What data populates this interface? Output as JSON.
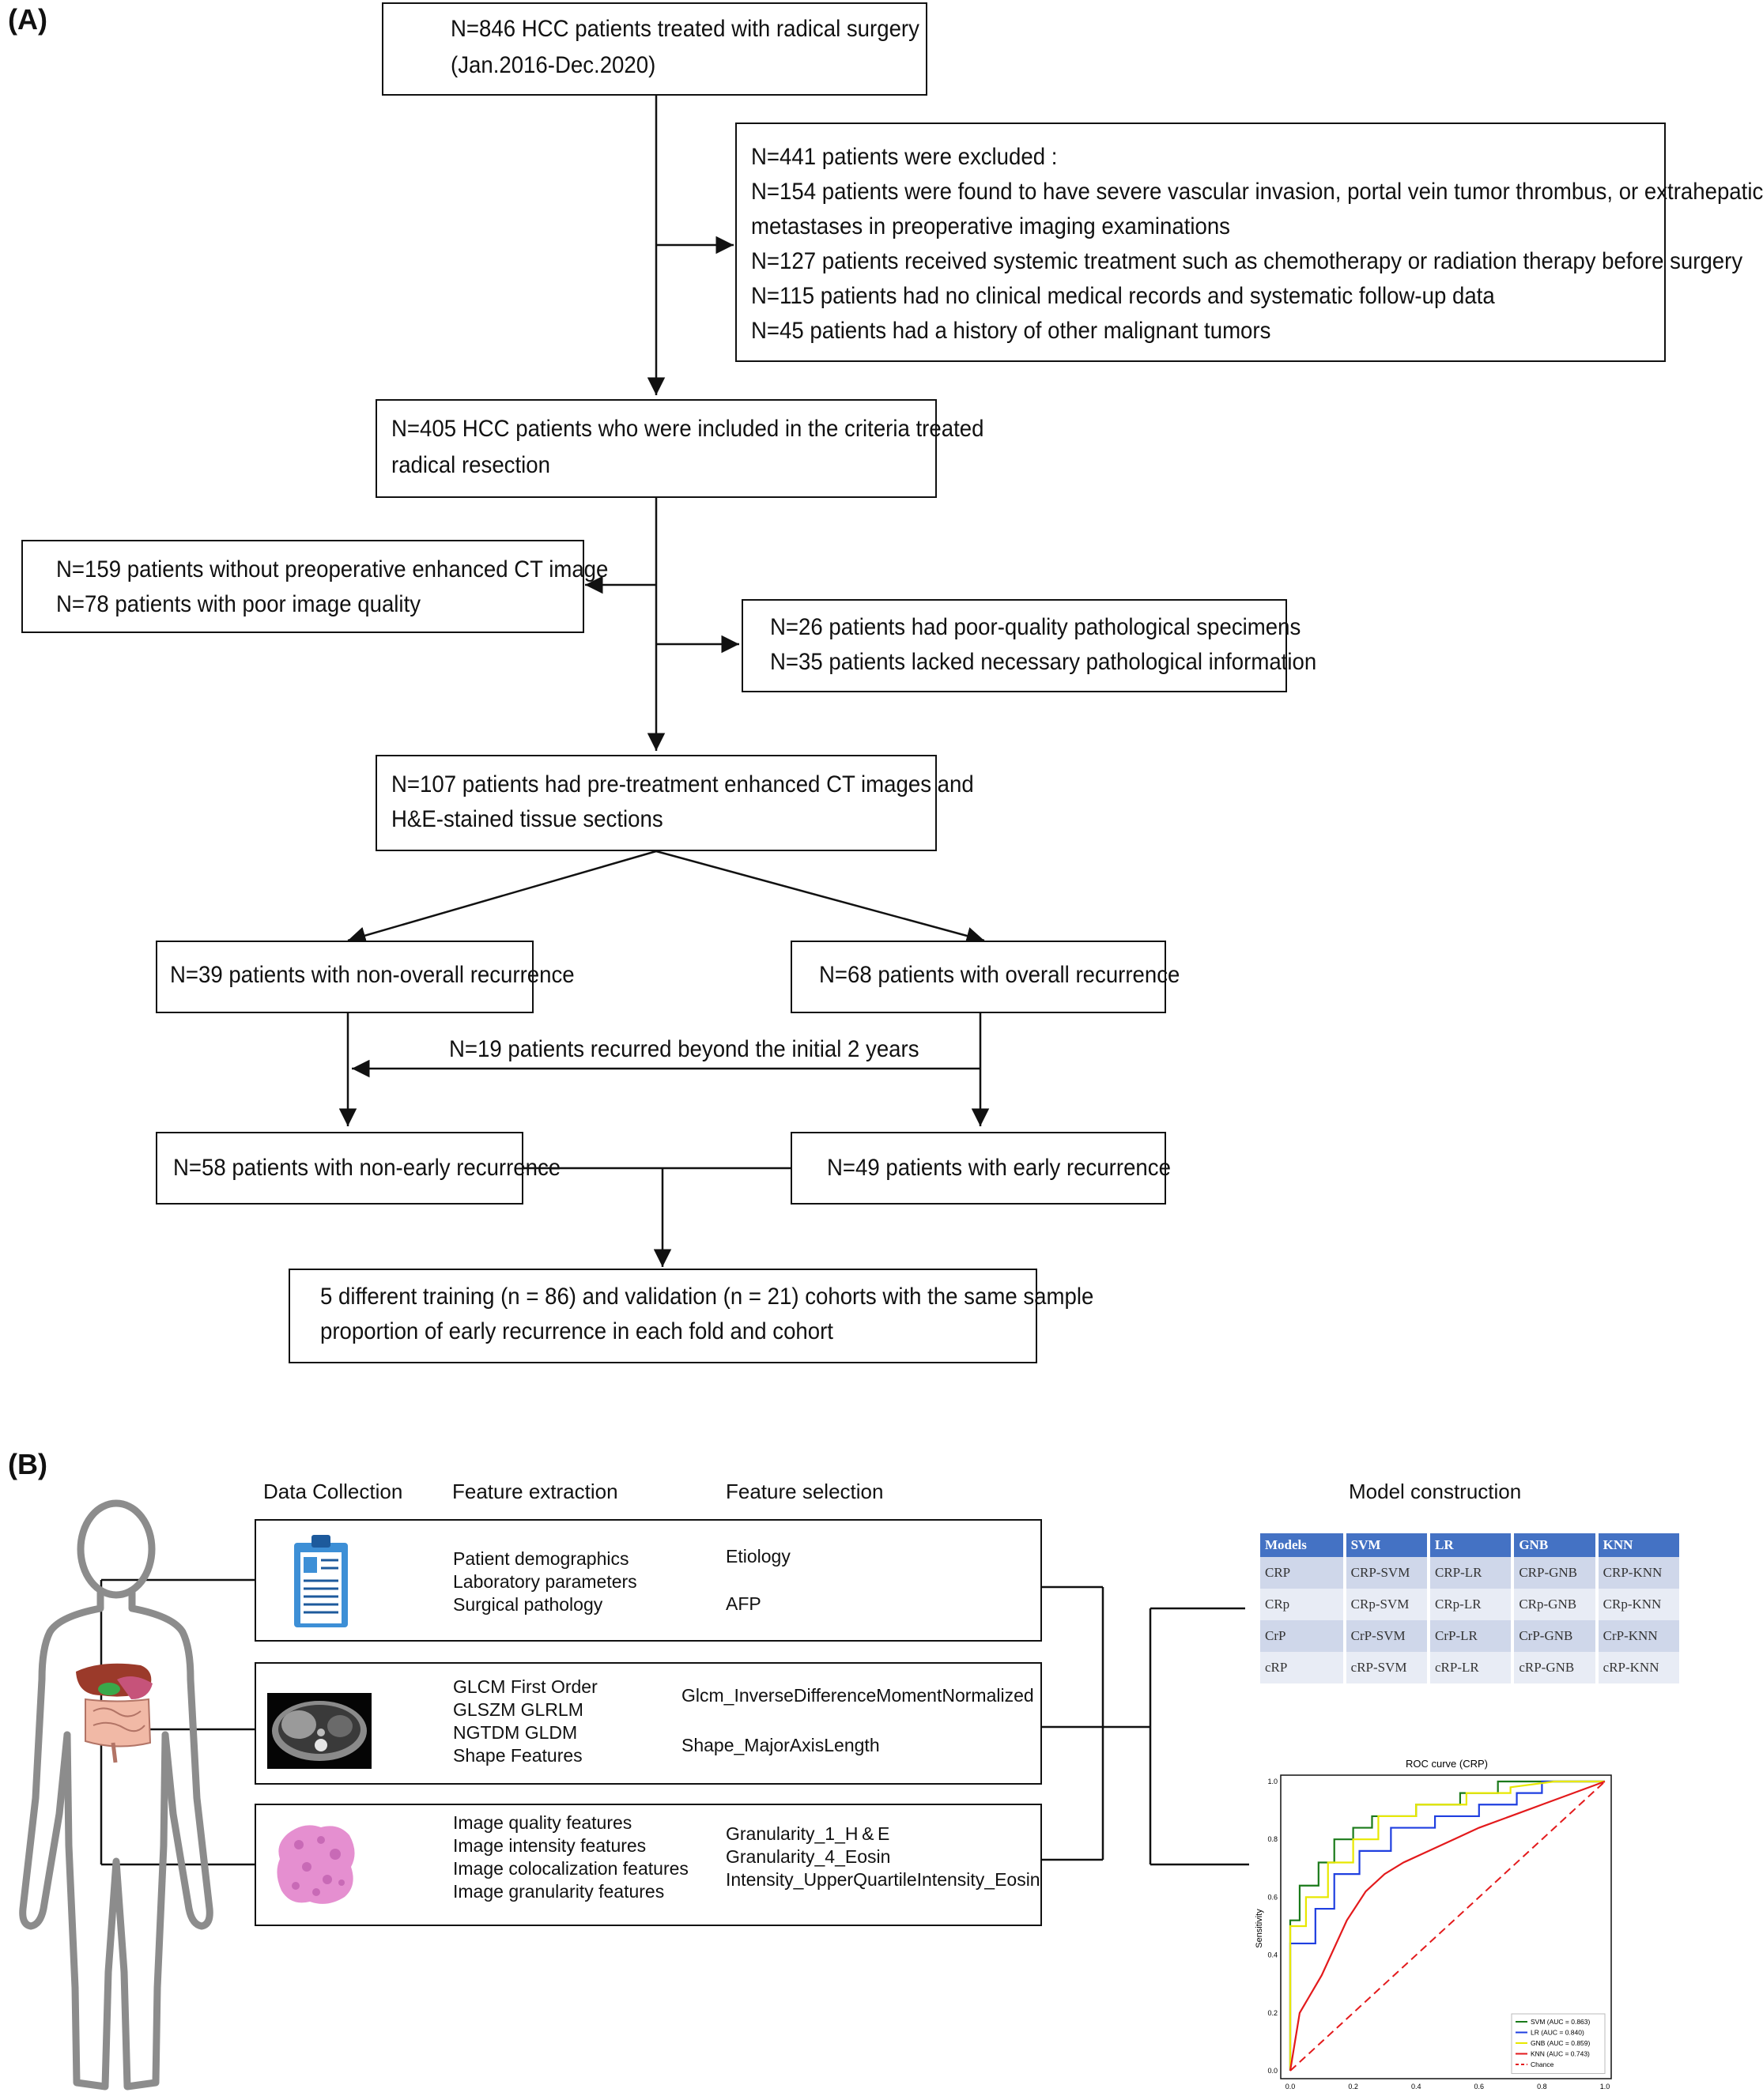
{
  "panel_a": {
    "label": "(A)",
    "box1": [
      "N=846 HCC patients treated with radical surgery",
      "(Jan.2016-Dec.2020)"
    ],
    "excluded": [
      "N=441 patients were excluded :",
      "N=154 patients were found to have severe vascular invasion, portal vein tumor thrombus, or extrahepatic",
      "metastases in preoperative imaging examinations",
      "N=127 patients received systemic treatment such as chemotherapy or radiation therapy before surgery",
      "N=115 patients had no clinical medical records and systematic follow-up data",
      "N=45 patients had a history of other malignant tumors"
    ],
    "box405": [
      "N=405 HCC patients who were included in the criteria treated",
      "radical resection"
    ],
    "box_ct": [
      "N=159 patients without preoperative enhanced CT image",
      "N=78 patients with poor image quality"
    ],
    "box_path": [
      "N=26 patients had poor-quality pathological specimens",
      "N=35 patients lacked necessary pathological information"
    ],
    "box107": [
      "N=107 patients had pre-treatment enhanced CT images and",
      "H&E-stained tissue  sections"
    ],
    "box39": "N=39 patients with non-overall recurrence",
    "box68": "N=68 patients with overall recurrence",
    "recurred_label": "N=19 patients recurred beyond the initial 2 years",
    "box58": "N=58 patients with non-early recurrence",
    "box49": "N=49 patients with early recurrence",
    "box_cohort": [
      "5 different training (n = 86) and validation (n = 21) cohorts with the same sample",
      "proportion of early recurrence in each fold and cohort"
    ]
  },
  "panel_b": {
    "label": "(B)",
    "headers": {
      "collection": "Data Collection",
      "extraction": "Feature extraction",
      "selection": "Feature selection",
      "model": "Model construction"
    },
    "clinical": {
      "icon": "clipboard-icon",
      "extraction": [
        "Patient demographics",
        "Laboratory parameters",
        "Surgical pathology"
      ],
      "selection": [
        "Etiology",
        "AFP"
      ]
    },
    "radiomics": {
      "icon": "ct-scan-image",
      "extraction": [
        "GLCM    First Order",
        "GLSZM   GLRLM",
        "NGTDM    GLDM",
        "Shape Features"
      ],
      "selection": [
        "Glcm_InverseDifferenceMomentNormalized",
        "Shape_MajorAxisLength"
      ]
    },
    "pathomics": {
      "icon": "he-slide-image",
      "extraction": [
        "Image quality features",
        "Image intensity features",
        "Image colocalization features",
        "Image granularity features"
      ],
      "selection": [
        "Granularity_1_H & E",
        "Granularity_4_Eosin",
        "Intensity_UpperQuartileIntensity_Eosin"
      ]
    },
    "table": {
      "headers": [
        "Models",
        "SVM",
        "LR",
        "GNB",
        "KNN"
      ],
      "rows": [
        [
          "CRP",
          "CRP-SVM",
          "CRP-LR",
          "CRP-GNB",
          "CRP-KNN"
        ],
        [
          "CRp",
          "CRp-SVM",
          "CRp-LR",
          "CRp-GNB",
          "CRp-KNN"
        ],
        [
          "CrP",
          "CrP-SVM",
          "CrP-LR",
          "CrP-GNB",
          "CrP-KNN"
        ],
        [
          "cRP",
          "cRP-SVM",
          "cRP-LR",
          "cRP-GNB",
          "cRP-KNN"
        ]
      ]
    }
  },
  "chart_data": {
    "type": "line",
    "title": "ROC curve (CRP)",
    "xlabel": "",
    "ylabel": "Sensitivity",
    "xlim": [
      0,
      1
    ],
    "ylim": [
      0,
      1
    ],
    "x_ticks": [
      "0.0",
      "0.2",
      "0.4",
      "0.6",
      "0.8",
      "1.0"
    ],
    "y_ticks": [
      "0.0",
      "0.2",
      "0.4",
      "0.6",
      "0.8",
      "1.0"
    ],
    "legend_position": "bottom-right",
    "series": [
      {
        "name": "SVM (AUC = 0.863)",
        "color": "#1a7a1a",
        "x": [
          0,
          0,
          0.03,
          0.03,
          0.09,
          0.09,
          0.14,
          0.14,
          0.2,
          0.2,
          0.26,
          0.26,
          0.4,
          0.4,
          0.54,
          0.54,
          0.66,
          0.66,
          0.86,
          1.0
        ],
        "y": [
          0,
          0.52,
          0.52,
          0.64,
          0.64,
          0.72,
          0.72,
          0.8,
          0.8,
          0.84,
          0.84,
          0.88,
          0.88,
          0.92,
          0.92,
          0.96,
          0.96,
          1.0,
          1.0,
          1.0
        ]
      },
      {
        "name": "LR (AUC = 0.840)",
        "color": "#1f3fe0",
        "x": [
          0,
          0,
          0.08,
          0.08,
          0.14,
          0.14,
          0.22,
          0.22,
          0.32,
          0.32,
          0.46,
          0.46,
          0.6,
          0.6,
          0.72,
          0.72,
          0.8,
          0.8,
          1.0
        ],
        "y": [
          0,
          0.44,
          0.44,
          0.56,
          0.56,
          0.68,
          0.68,
          0.76,
          0.76,
          0.84,
          0.84,
          0.88,
          0.88,
          0.92,
          0.92,
          0.96,
          0.96,
          1.0,
          1.0
        ]
      },
      {
        "name": "GNB (AUC = 0.859)",
        "color": "#e8e800",
        "x": [
          0,
          0,
          0.05,
          0.05,
          0.12,
          0.12,
          0.2,
          0.2,
          0.28,
          0.28,
          0.4,
          0.4,
          0.56,
          0.56,
          0.7,
          0.7,
          0.84,
          1.0
        ],
        "y": [
          0,
          0.5,
          0.5,
          0.6,
          0.6,
          0.72,
          0.72,
          0.8,
          0.8,
          0.88,
          0.88,
          0.92,
          0.92,
          0.96,
          0.96,
          0.98,
          1.0,
          1.0
        ]
      },
      {
        "name": "KNN (AUC = 0.743)",
        "color": "#e31a1c",
        "x": [
          0,
          0.03,
          0.1,
          0.18,
          0.24,
          0.3,
          0.36,
          0.44,
          0.52,
          0.6,
          0.7,
          0.8,
          0.9,
          1.0
        ],
        "y": [
          0,
          0.2,
          0.33,
          0.52,
          0.62,
          0.68,
          0.72,
          0.76,
          0.8,
          0.84,
          0.88,
          0.92,
          0.96,
          1.0
        ]
      },
      {
        "name": "Chance",
        "color": "#e31a1c",
        "dashed": true,
        "x": [
          0,
          1
        ],
        "y": [
          0,
          1
        ]
      }
    ]
  }
}
